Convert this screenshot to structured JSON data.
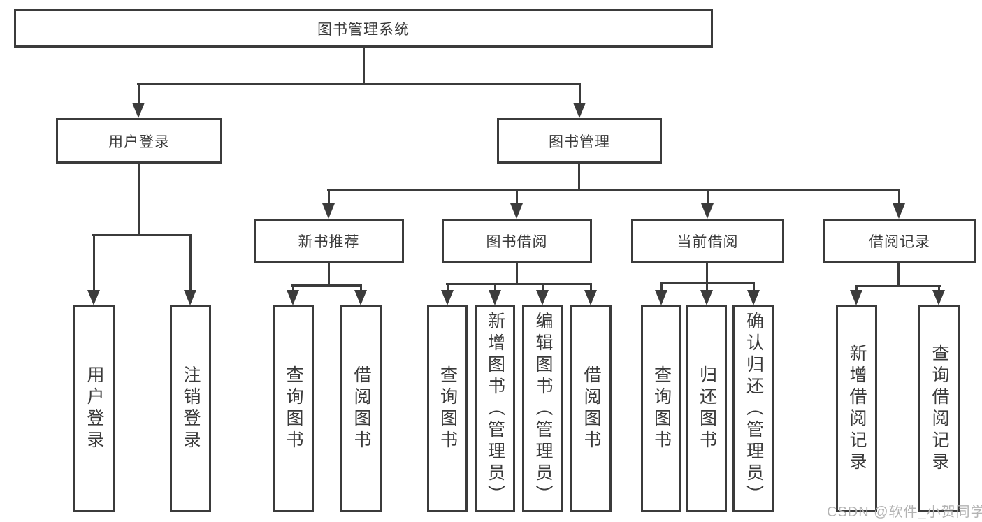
{
  "title": "图书管理系统",
  "watermark": "CSDN @软件_小贺同学",
  "colors": {
    "line": "#3b3b3b",
    "text": "#3a3a3a",
    "watermark": "#b3b3b3",
    "background": "#ffffff"
  },
  "tree": {
    "root": {
      "label": "图书管理系统"
    },
    "branches": [
      {
        "label": "用户登录",
        "leaves": [
          {
            "label": "用户登录"
          },
          {
            "label": "注销登录"
          }
        ]
      },
      {
        "label": "图书管理",
        "sections": [
          {
            "label": "新书推荐",
            "leaves": [
              {
                "label": "查询图书"
              },
              {
                "label": "借阅图书"
              }
            ]
          },
          {
            "label": "图书借阅",
            "leaves": [
              {
                "label": "查询图书"
              },
              {
                "label": "新增图书（管理员）"
              },
              {
                "label": "编辑图书（管理员）"
              },
              {
                "label": "借阅图书"
              }
            ]
          },
          {
            "label": "当前借阅",
            "leaves": [
              {
                "label": "查询图书"
              },
              {
                "label": "归还图书"
              },
              {
                "label": "确认归还（管理员）"
              }
            ]
          },
          {
            "label": "借阅记录",
            "leaves": [
              {
                "label": "新增借阅记录"
              },
              {
                "label": "查询借阅记录"
              }
            ]
          }
        ]
      }
    ]
  }
}
